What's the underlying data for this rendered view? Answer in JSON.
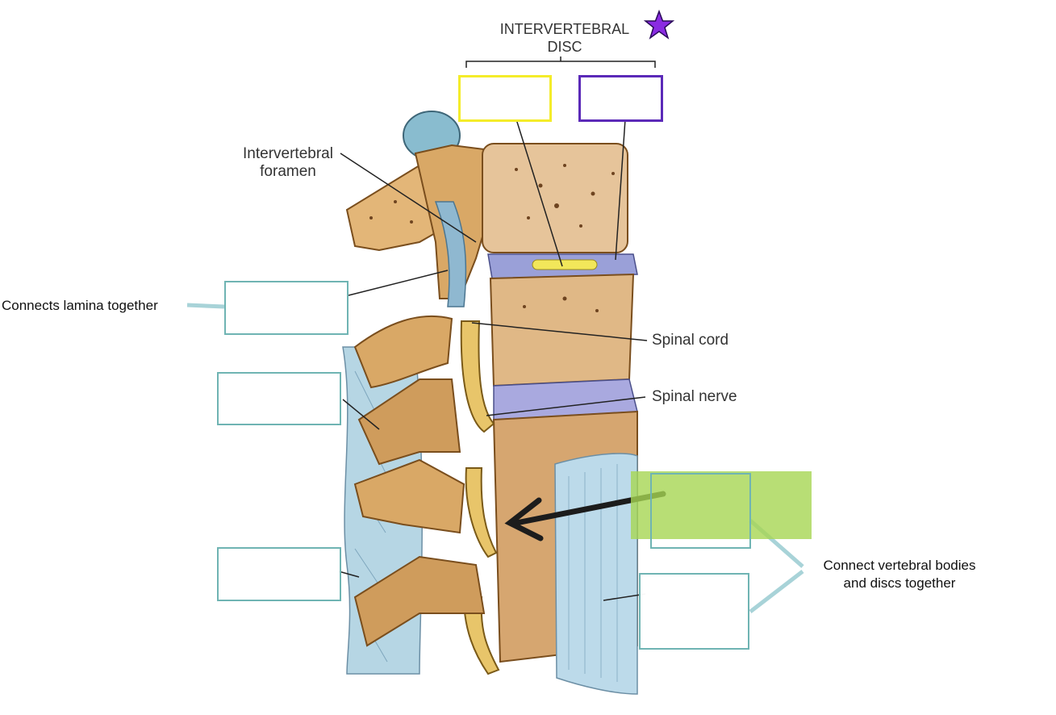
{
  "labels": {
    "intervertebral_disc": "INTERVERTEBRAL\nDISC",
    "intervertebral_foramen": "Intervertebral\nforamen",
    "connects_lamina": "Connects lamina together",
    "spinal_cord": "Spinal cord",
    "spinal_nerve": "Spinal nerve",
    "connect_bodies": "Connect vertebral bodies\nand discs together"
  },
  "colors": {
    "teal_box": "#6fb4b3",
    "yellow_box": "#f4ec2a",
    "purple_box": "#5b2ab8",
    "star": "#8a2be2",
    "highlight": "#a6d652",
    "bone": "#d9a866",
    "disc": "#9aa0d8",
    "ligament": "#a9cfe0",
    "nucleus": "#f2e75a",
    "arrow": "#1c1c1c"
  },
  "icons": {
    "star": "star-icon"
  }
}
